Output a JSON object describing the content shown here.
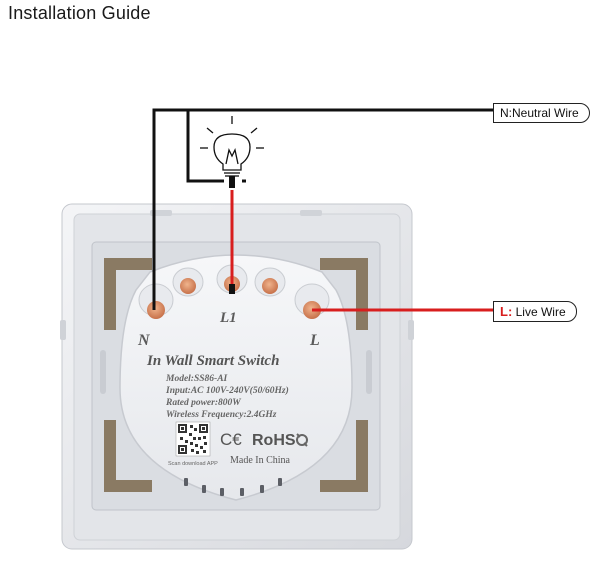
{
  "title": "Installation Guide",
  "labels": {
    "neutral": "N:Neutral Wire",
    "live_prefix": "L:",
    "live_text": "Live Wire"
  },
  "module": {
    "terminal_n": "N",
    "terminal_l1": "L1",
    "terminal_l": "L",
    "product_name": "In Wall Smart Switch",
    "model": "Model:SS86-AI",
    "input": "Input:AC 100V-240V(50/60Hz)",
    "rated_power": "Rated power:800W",
    "wireless": "Wireless Frequency:2.4GHz",
    "scan": "Scan download APP",
    "ce": "C€",
    "rohs": "RoHS",
    "made_in": "Made In China"
  },
  "colors": {
    "neutral_wire": "#111111",
    "live_wire": "#d81e1e",
    "terminal": "#d9875c",
    "plate": "#e9ebef",
    "module": "#f3f4f6"
  },
  "icons": [
    "light-bulb-icon",
    "qr-code-icon",
    "recycle-icon"
  ]
}
